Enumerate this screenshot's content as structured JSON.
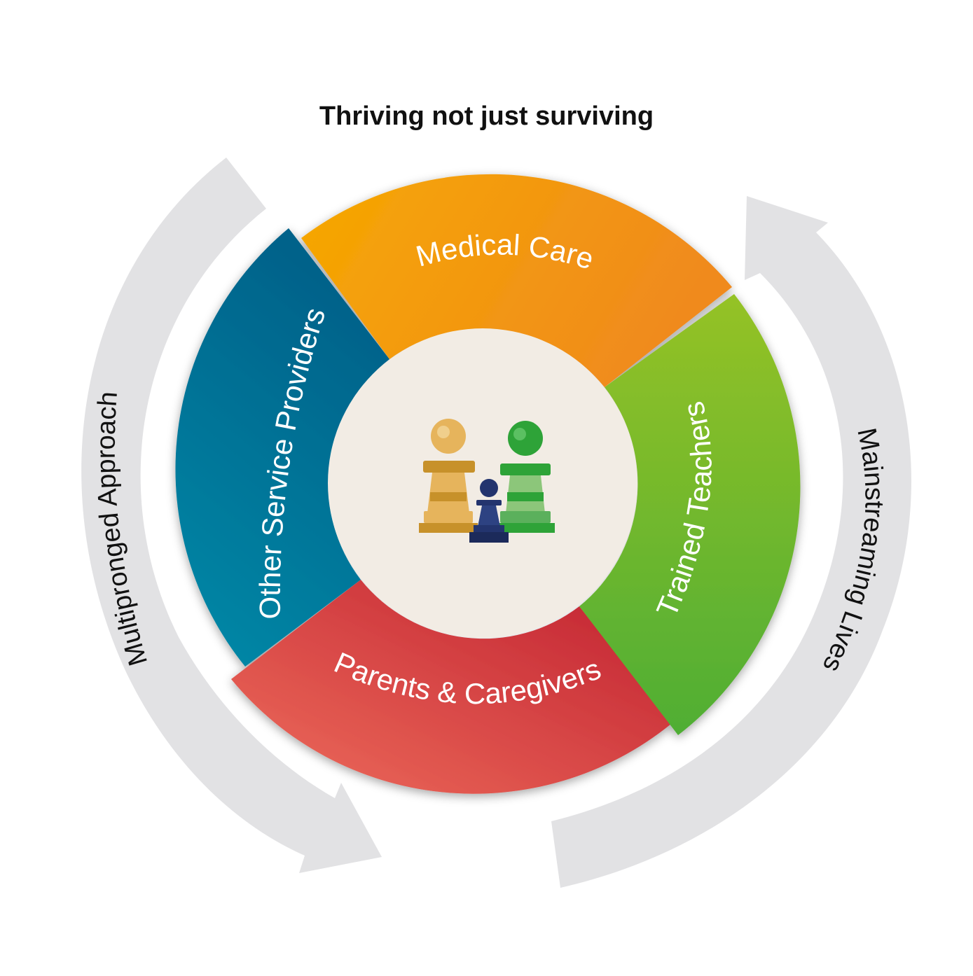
{
  "title": "Thriving not just surviving",
  "segments": {
    "top": {
      "label": "Medical Care",
      "colors": [
        "#f6a800",
        "#f08a1e"
      ]
    },
    "right": {
      "label": "Trained Teachers",
      "colors": [
        "#95c226",
        "#4fae34"
      ]
    },
    "bottom": {
      "label": "Parents & Caregivers",
      "colors": [
        "#ee6d5c",
        "#c01f2f"
      ]
    },
    "left": {
      "label": "Other Service Providers",
      "colors": [
        "#008aa8",
        "#00628a"
      ]
    }
  },
  "cycle": {
    "left_label": "Multipronged Approach",
    "right_label": "Mainstreaming Lives",
    "arrow_color": "#e2e2e4"
  },
  "center": {
    "icon": "chess-pawns-icon",
    "fill": "#f2ece4",
    "pawn_colors": [
      "#e6b45c",
      "#2ea338",
      "#23346e"
    ]
  }
}
